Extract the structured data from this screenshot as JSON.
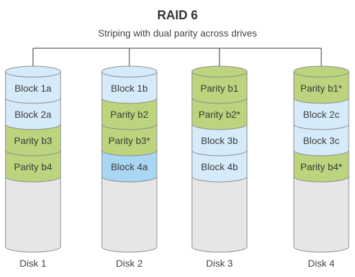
{
  "title": "RAID 6",
  "subtitle": "Striping with dual parity across drives",
  "colors": {
    "data_block": "#d6ebfa",
    "data_block_highlight": "#a9d6f2",
    "parity_block": "#bcd47e",
    "empty_space": "#e6e6e8",
    "outline": "#8a8a8a"
  },
  "disks": [
    {
      "label": "Disk 1",
      "blocks": [
        {
          "text": "Block 1a",
          "kind": "data"
        },
        {
          "text": "Block 2a",
          "kind": "data"
        },
        {
          "text": "Parity b3",
          "kind": "parity"
        },
        {
          "text": "Parity b4",
          "kind": "parity"
        }
      ]
    },
    {
      "label": "Disk 2",
      "blocks": [
        {
          "text": "Block 1b",
          "kind": "data"
        },
        {
          "text": "Parity b2",
          "kind": "parity"
        },
        {
          "text": "Parity b3*",
          "kind": "parity"
        },
        {
          "text": "Block 4a",
          "kind": "data-highlight"
        }
      ]
    },
    {
      "label": "Disk 3",
      "blocks": [
        {
          "text": "Parity b1",
          "kind": "parity"
        },
        {
          "text": "Parity b2*",
          "kind": "parity"
        },
        {
          "text": "Block 3b",
          "kind": "data"
        },
        {
          "text": "Block 4b",
          "kind": "data"
        }
      ]
    },
    {
      "label": "Disk 4",
      "blocks": [
        {
          "text": "Parity b1*",
          "kind": "parity"
        },
        {
          "text": "Block 2c",
          "kind": "data"
        },
        {
          "text": "Block 3c",
          "kind": "data"
        },
        {
          "text": "Parity b4*",
          "kind": "parity"
        }
      ]
    }
  ]
}
